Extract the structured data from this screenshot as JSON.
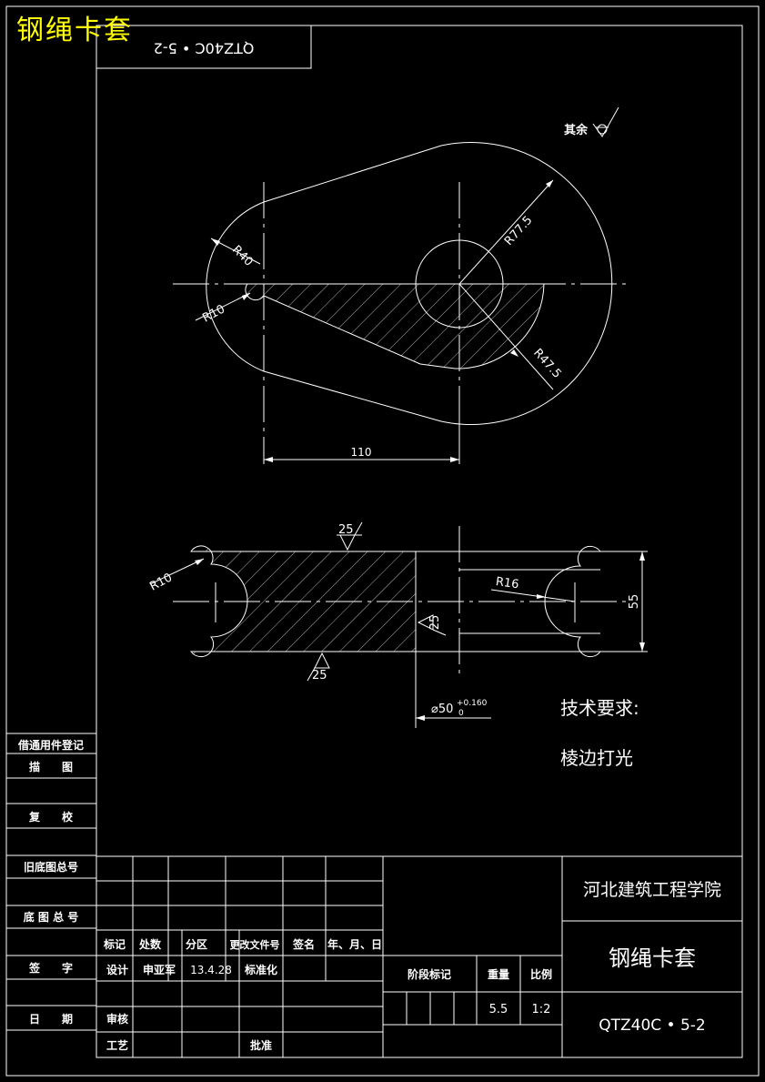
{
  "overlay_title": "钢绳卡套",
  "corner_code": "QTZ40C • 5-2",
  "surface_note": {
    "label": "其余"
  },
  "top_view": {
    "dims": {
      "r40": "R40",
      "r10": "R10",
      "r775": "R77.5",
      "r475": "R47.5",
      "width110": "110"
    }
  },
  "section_view": {
    "dims": {
      "roughness_top": "25",
      "roughness_bottom": "25",
      "roughness_bore": "25",
      "r10": "R10",
      "r16": "R16",
      "height55": "55",
      "bore_dia": "⌀50",
      "bore_tol_upper": "+0.160",
      "bore_tol_lower": "0"
    }
  },
  "tech_requirements": {
    "heading": "技术要求:",
    "item1": "棱边打光"
  },
  "side_table": {
    "rows": [
      "借通用件登记",
      "描　　图",
      "复　　校",
      "旧底图总号",
      "底 图 总 号",
      "签　　字",
      "日　　期"
    ]
  },
  "title_block": {
    "school": "河北建筑工程学院",
    "part_name": "钢绳卡套",
    "drawing_no": "QTZ40C • 5-2",
    "rev_headers": {
      "mark": "标记",
      "count": "处数",
      "zone": "分区",
      "doc_no": "更改文件号",
      "signature": "签名",
      "date": "年、月、日"
    },
    "design_label": "设计",
    "designer": "申亚军",
    "design_date": "13.4.28",
    "standardize_label": "标准化",
    "review_label": "审核",
    "process_label": "工艺",
    "approve_label": "批准",
    "stage_label": "阶段标记",
    "weight_label": "重量",
    "scale_label": "比例",
    "weight_value": "5.5",
    "scale_value": "1:2"
  }
}
